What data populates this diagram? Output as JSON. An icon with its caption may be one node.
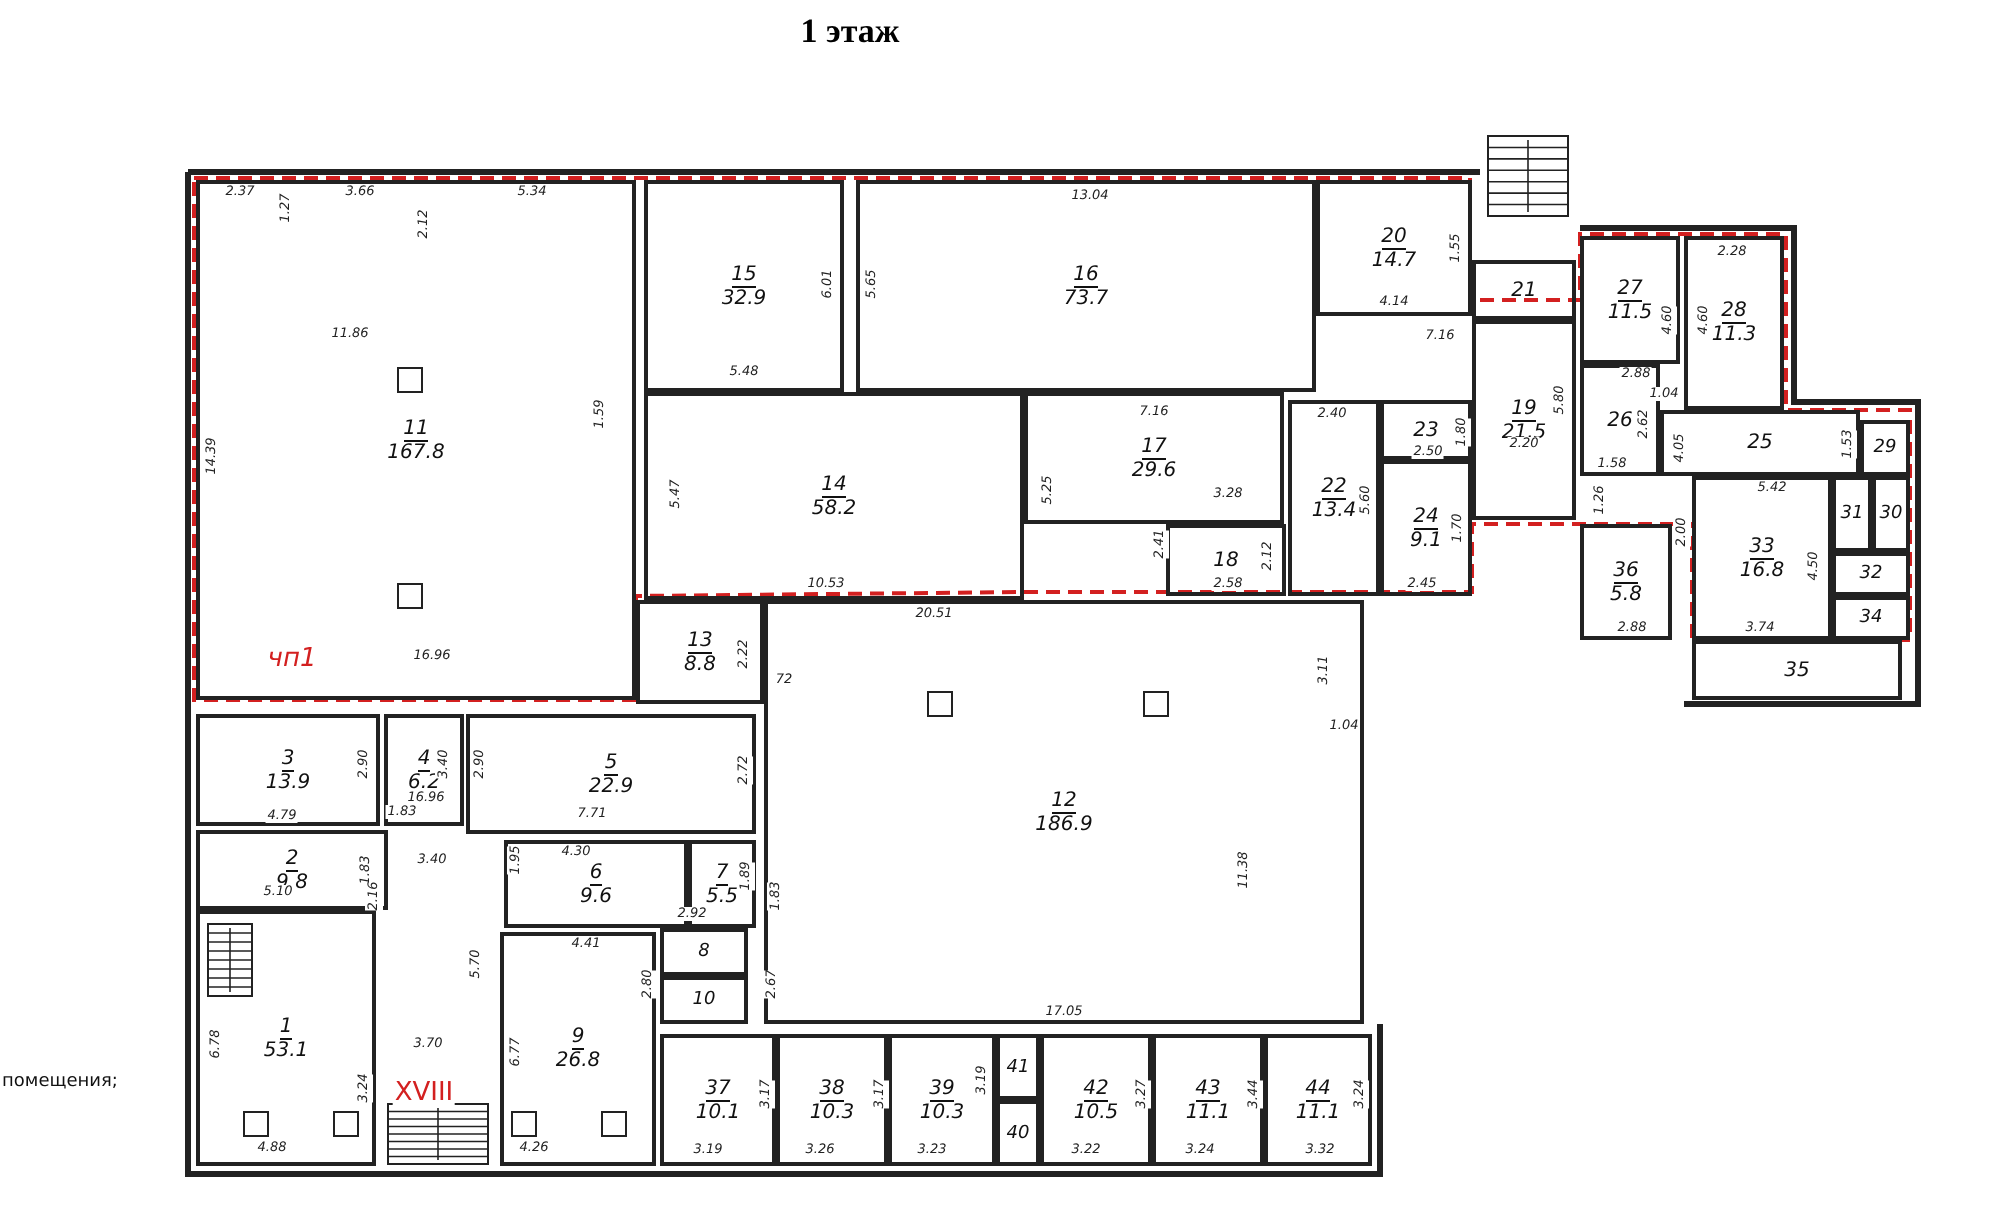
{
  "diagram": {
    "title": "1 этаж",
    "nodes": [
      {
        "text": [
          "1",
          "53.1"
        ]
      },
      {
        "text": [
          "2",
          "9.8"
        ]
      },
      {
        "text": [
          "3",
          "13.9"
        ]
      },
      {
        "text": [
          "4",
          "6.2"
        ]
      },
      {
        "text": [
          "5",
          "22.9"
        ]
      },
      {
        "text": [
          "6",
          "9.6"
        ]
      },
      {
        "text": [
          "7",
          "5.5"
        ]
      },
      {
        "text": [
          "8"
        ]
      },
      {
        "text": [
          "9",
          "26.8"
        ]
      },
      {
        "text": [
          "10"
        ]
      },
      {
        "text": [
          "11",
          "167.8"
        ]
      },
      {
        "text": [
          "12",
          "186.9"
        ]
      },
      {
        "text": [
          "13",
          "8.8"
        ]
      },
      {
        "text": [
          "14",
          "58.2"
        ]
      },
      {
        "text": [
          "15",
          "32.9"
        ]
      },
      {
        "text": [
          "16",
          "73.7"
        ]
      },
      {
        "text": [
          "17",
          "29.6"
        ]
      },
      {
        "text": [
          "18"
        ]
      },
      {
        "text": [
          "19",
          "21.5"
        ]
      },
      {
        "text": [
          "20",
          "14.7"
        ]
      },
      {
        "text": [
          "21"
        ]
      },
      {
        "text": [
          "22",
          "13.4"
        ]
      },
      {
        "text": [
          "23"
        ]
      },
      {
        "text": [
          "24",
          "9.1"
        ]
      },
      {
        "text": [
          "25"
        ]
      },
      {
        "text": [
          "26"
        ]
      },
      {
        "text": [
          "27",
          "11.5"
        ]
      },
      {
        "text": [
          "28",
          "11.3"
        ]
      },
      {
        "text": [
          "29"
        ]
      },
      {
        "text": [
          "30"
        ]
      },
      {
        "text": [
          "31"
        ]
      },
      {
        "text": [
          "32"
        ]
      },
      {
        "text": [
          "33",
          "16.8"
        ]
      },
      {
        "text": [
          "34"
        ]
      },
      {
        "text": [
          "35"
        ]
      },
      {
        "text": [
          "36",
          "5.8"
        ]
      },
      {
        "text": [
          "37",
          "10.1"
        ]
      },
      {
        "text": [
          "38",
          "10.3"
        ]
      },
      {
        "text": [
          "39",
          "10.3"
        ]
      },
      {
        "text": [
          "40"
        ]
      },
      {
        "text": [
          "41"
        ]
      },
      {
        "text": [
          "42",
          "10.5"
        ]
      },
      {
        "text": [
          "43",
          "11.1"
        ]
      },
      {
        "text": [
          "44",
          "11.1"
        ]
      }
    ],
    "labels": [
      "2.37",
      "3.66",
      "5.34",
      "13.04",
      "1.27",
      "2.12",
      "1.55",
      "2.28",
      "6.01",
      "5.65",
      "4.60",
      "4.60",
      "4.14",
      "11.86",
      "7.16",
      "5.48",
      "2.88",
      "1.04",
      "5.80",
      "1.59",
      "7.16",
      "2.40",
      "1.80",
      "2.62",
      "2.20",
      "4.05",
      "1.53",
      "2.50",
      "14.39",
      "1.58",
      "5.47",
      "5.25",
      "3.28",
      "5.60",
      "1.26",
      "5.42",
      "1.70",
      "2.00",
      "2.41",
      "2.12",
      "4.50",
      "10.53",
      "2.58",
      "2.45",
      "2.88",
      "20.51",
      "3.74",
      "2.22",
      "16.96",
      "чп1",
      "3.11",
      "72",
      "1.04",
      "2.90",
      "3.40",
      "2.90",
      "2.72",
      "16.96",
      "4.79",
      "1.83",
      "7.71",
      "5.10",
      "1.83",
      "2.16",
      "3.40",
      "1.95",
      "4.30",
      "1.89",
      "1.83",
      "11.38",
      "2.92",
      "5.70",
      "4.41",
      "2.80",
      "2.67",
      "6.78",
      "17.05",
      "3.70",
      "6.77",
      "XVIII",
      "3.24",
      "помещения;",
      "3.17",
      "3.17",
      "3.19",
      "3.27",
      "3.44",
      "3.24",
      "4.88",
      "4.26",
      "3.19",
      "3.26",
      "3.23",
      "3.22",
      "3.24",
      "3.32"
    ]
  }
}
